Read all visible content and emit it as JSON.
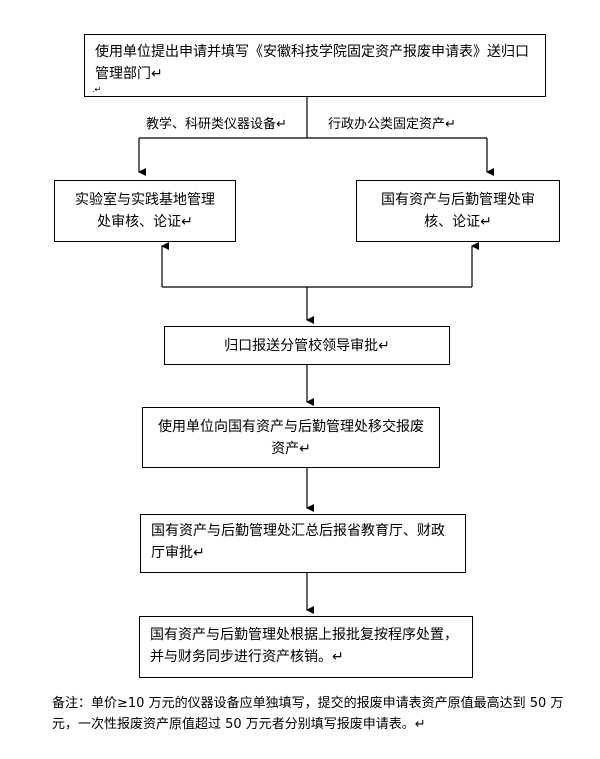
{
  "flow": {
    "step1": "使用单位提出申请并填写《安徽科技学院固定资产报废申请表》送归口管理部门↵",
    "branch_left_label": "教学、科研类仪器设备↵",
    "branch_right_label": "行政办公类固定资产↵",
    "step2_left": "实验室与实践基地管理处审核、论证↵",
    "step2_right": "国有资产与后勤管理处审核、论证↵",
    "step3": "归口报送分管校领导审批↵",
    "step4": "使用单位向国有资产与后勤管理处移交报废资产↵",
    "step5": "国有资产与后勤管理处汇总后报省教育厅、财政厅审批↵",
    "step6": "国有资产与后勤管理处根据上报批复按程序处置，并与财务同步进行资产核销。↵"
  },
  "note": "备注：单价≥10 万元的仪器设备应单独填写，提交的报废申请表资产原值最高达到 50 万元，一次性报废资产原值超过 50 万元者分别填写报废申请表。↵"
}
